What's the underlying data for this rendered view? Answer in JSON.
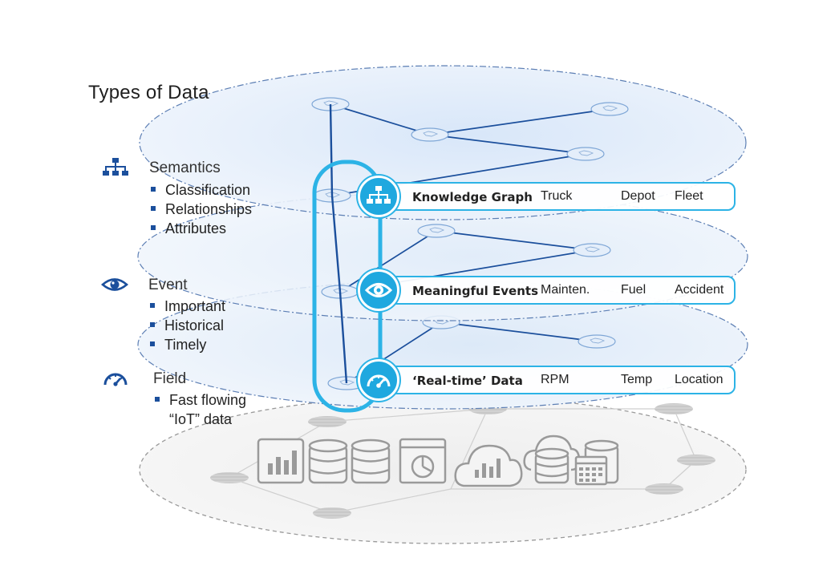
{
  "title": "Types of Data",
  "categories": [
    {
      "label": "Semantics",
      "icon": "hierarchy-icon",
      "bullets": [
        "Classification",
        "Relationships",
        "Attributes"
      ]
    },
    {
      "label": "Event",
      "icon": "eye-icon",
      "bullets": [
        "Important",
        "Historical",
        "Timely"
      ]
    },
    {
      "label": "Field",
      "icon": "speedometer-icon",
      "bullets": [
        "Fast flowing",
        "“IoT” data"
      ]
    }
  ],
  "layers": [
    {
      "name": "Knowledge Graph",
      "icon": "hierarchy-icon",
      "items": [
        "Truck",
        "Depot",
        "Fleet"
      ]
    },
    {
      "name": "Meaningful Events",
      "icon": "eye-icon",
      "items": [
        "Mainten.",
        "Fuel",
        "Accident"
      ]
    },
    {
      "name": "‘Real-time’ Data",
      "icon": "speedometer-icon",
      "items": [
        "RPM",
        "Temp",
        "Location"
      ]
    }
  ],
  "source_icons": [
    "bar-chart-icon",
    "database-icon",
    "database-icon",
    "dashboard-window-icon",
    "cloud-chart-icon",
    "cloud-database-icon",
    "calendar-database-icon"
  ],
  "colors": {
    "accent": "#2cb3e6",
    "badge": "#1fa8df",
    "graph_line": "#1b4f9c",
    "icon_dark": "#1b4f9c",
    "source_gray": "#9a9a9a"
  }
}
